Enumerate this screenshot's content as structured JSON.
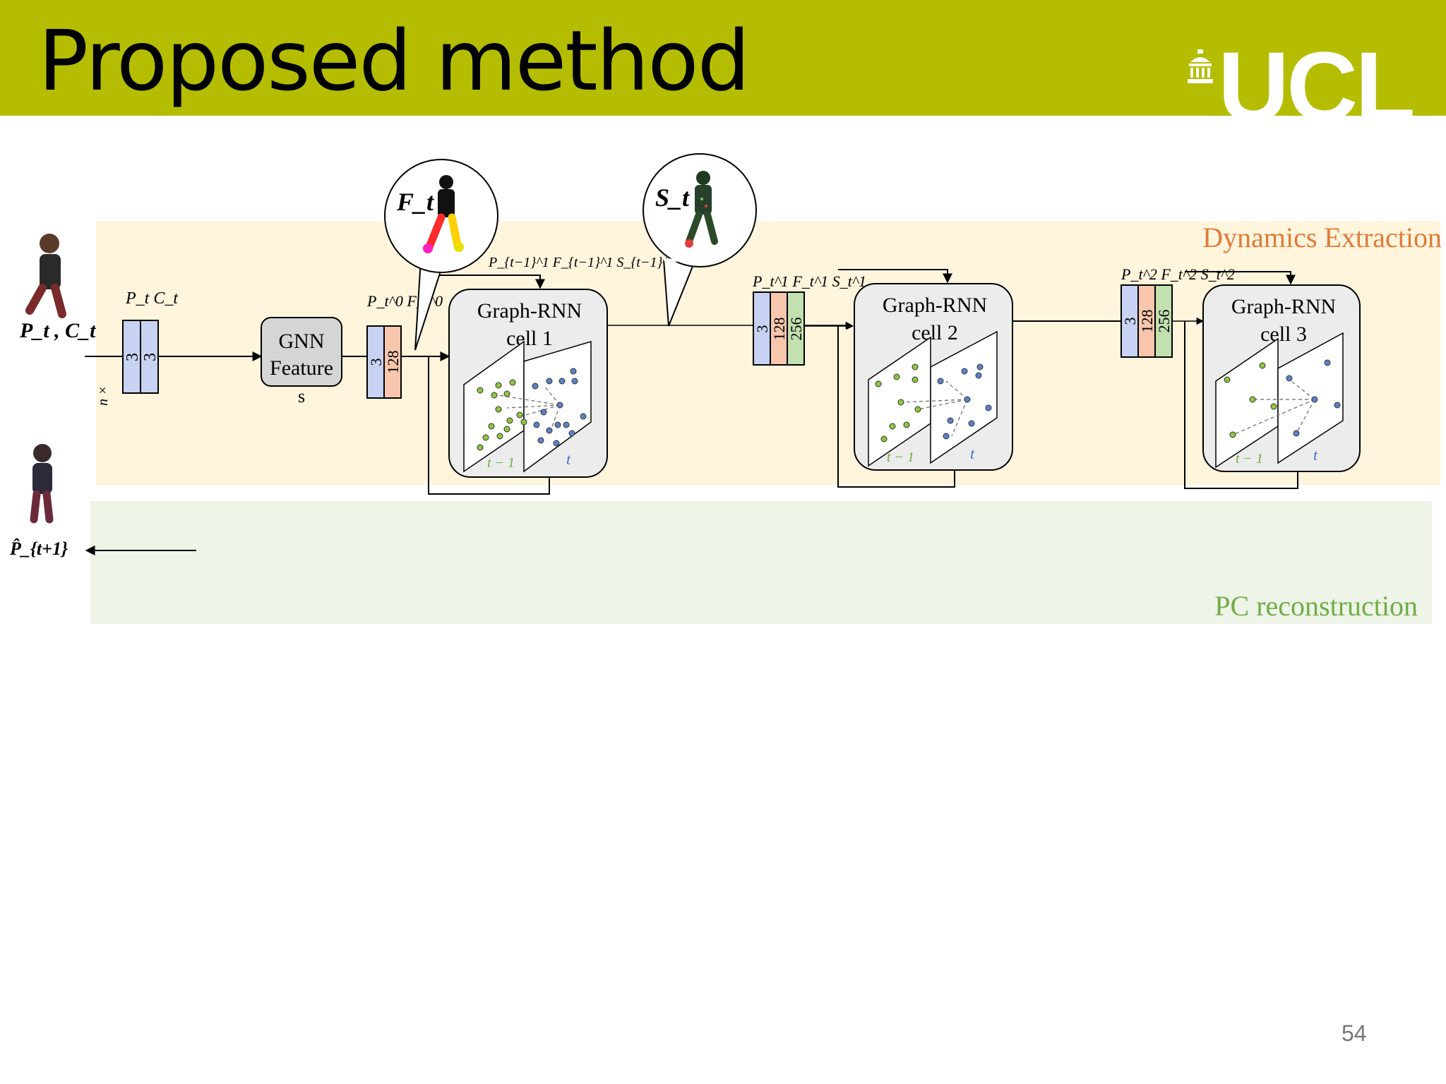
{
  "slide": {
    "title": "Proposed method",
    "logo": "UCL",
    "page_number": "54"
  },
  "colors": {
    "header_bg": "#b5bd00",
    "dyn_panel": "#fff4dc",
    "pc_panel": "#eef4e8",
    "blue_block": "#c8d2f2",
    "orange_block": "#f7c6ad",
    "green_block": "#c3e0b0",
    "dyn_label": "#e07b39",
    "pc_label": "#70ad47"
  },
  "diagram": {
    "dynamics_label": "Dynamics Extraction",
    "pc_label": "PC reconstruction",
    "input_label": "P_t , C_t",
    "input_block_label": "P_t C_t",
    "input_block_values": [
      "3",
      "3"
    ],
    "n_times": "n ×",
    "gnn_lines": [
      "GNN",
      "Feature",
      "s"
    ],
    "pf0_label": "P_t^0 F_t^0",
    "pf0_values": [
      "3",
      "128"
    ],
    "bubble_f": "F_t",
    "bubble_s": "S_t",
    "feedback1_label": "P_{t−1}^1 F_{t−1}^1 S_{t−1}^1",
    "pfs1_label": "P_t^1 F_t^1 S_t^1",
    "pfs1_values": [
      "3",
      "128",
      "256"
    ],
    "pfs2_label": "P_t^2 F_t^2 S_t^2",
    "pfs2_values": [
      "3",
      "128",
      "256"
    ],
    "cell1": [
      "Graph-RNN",
      "cell 1"
    ],
    "cell2": [
      "Graph-RNN",
      "cell 2"
    ],
    "cell3": [
      "Graph-RNN",
      "cell 3"
    ],
    "time_prev": "t − 1",
    "time_curr": "t",
    "output_label": "P̂_{t+1}"
  }
}
